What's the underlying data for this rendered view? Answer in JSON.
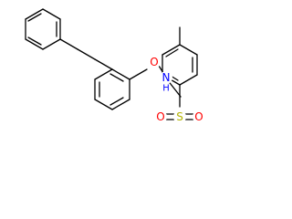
{
  "molecule": {
    "atom_labels": {
      "oxygen_ether": "O",
      "nitrogen": "N",
      "nitrogen_hydrogen": "H",
      "sulfur": "S",
      "oxygen_sulfonyl_left": "O",
      "oxygen_sulfonyl_right": "O"
    },
    "colors": {
      "bond": "#000000",
      "oxygen": "#ff0000",
      "nitrogen": "#0000ff",
      "sulfur": "#b3b300",
      "background": "#ffffff"
    }
  }
}
